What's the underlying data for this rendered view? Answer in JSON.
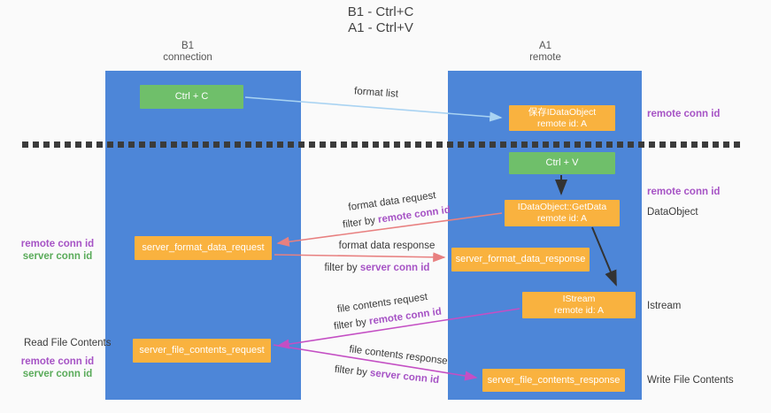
{
  "title": {
    "line1": "B1 - Ctrl+C",
    "line2": "A1 - Ctrl+V"
  },
  "lifelines": {
    "left": {
      "name": "B1",
      "role": "connection"
    },
    "right": {
      "name": "A1",
      "role": "remote"
    }
  },
  "boxes": {
    "ctrl_c": {
      "label": "Ctrl + C"
    },
    "ctrl_v": {
      "label": "Ctrl + V"
    },
    "save_dataobject": {
      "line1": "保存IDataObject",
      "line2": "remote id: A"
    },
    "getdata": {
      "line1": "IDataObject::GetData",
      "line2": "remote id: A"
    },
    "istream": {
      "line1": "IStream",
      "line2": "remote id: A"
    },
    "server_format_data_request": {
      "label": "server_format_data_request"
    },
    "server_format_data_response": {
      "label": "server_format_data_response"
    },
    "server_file_contents_request": {
      "label": "server_file_contents_request"
    },
    "server_file_contents_response": {
      "label": "server_file_contents_response"
    }
  },
  "arrow_labels": {
    "format_list": "format list",
    "format_data_request": "format data request",
    "format_data_request_filter": {
      "prefix": "filter by ",
      "key": "remote conn id"
    },
    "format_data_response": "format data response",
    "format_data_response_filter": {
      "prefix": "filter by ",
      "key": "server conn id"
    },
    "file_contents_request": "file contents request",
    "file_contents_request_filter": {
      "prefix": "filter by ",
      "key": "remote conn id"
    },
    "file_contents_response": "file contents response",
    "file_contents_response_filter": {
      "prefix": "filter by ",
      "key": "server conn id"
    }
  },
  "side_labels": {
    "right_remote_conn_id_1": "remote conn id",
    "right_remote_conn_id_2": "remote conn id",
    "dataobject": "DataObject",
    "istream": "Istream",
    "write_file_contents": "Write File Contents",
    "left_remote_conn_id_1": "remote conn id",
    "left_server_conn_id_1": "server conn id",
    "read_file_contents": "Read File Contents",
    "left_remote_conn_id_2": "remote conn id",
    "left_server_conn_id_2": "server conn id"
  },
  "colors": {
    "lifeline_blue": "#4d86d8",
    "box_green": "#6fbf6a",
    "box_orange": "#f9b23f",
    "arrow_red": "#e88080",
    "arrow_magenta": "#c44fc4",
    "arrow_lightblue": "#a9d3f2",
    "arrow_black": "#333333",
    "text_purple": "#a653c5",
    "text_green": "#5aab5a"
  }
}
